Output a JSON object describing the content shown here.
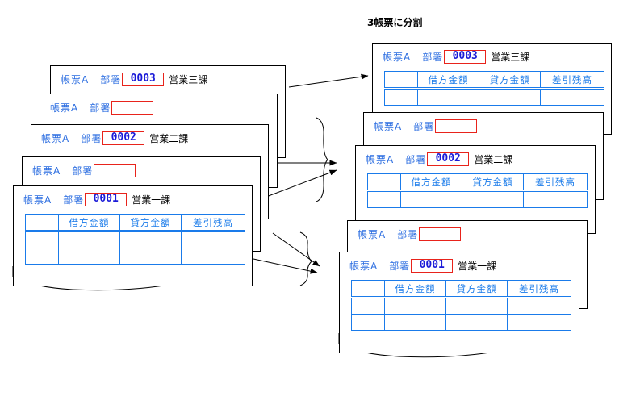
{
  "title": "3帳票に分割",
  "labels": {
    "form": "帳票A",
    "dept": "部署"
  },
  "table": {
    "columns": [
      "",
      "借方金額",
      "貸方金額",
      "差引残高"
    ],
    "empty_cell": ""
  },
  "colors": {
    "text_blue": "#2a6ce0",
    "table_blue": "#1a7bea",
    "number_blue": "#1b1bd8",
    "box_red": "#e8231b",
    "black": "#000000",
    "paper": "#ffffff"
  },
  "left_stack": {
    "cards": [
      {
        "code": "0003",
        "dept_name": "営業三課",
        "filled": true
      },
      {
        "code": "",
        "dept_name": "",
        "filled": false
      },
      {
        "code": "0002",
        "dept_name": "営業二課",
        "filled": true
      },
      {
        "code": "",
        "dept_name": "",
        "filled": false
      },
      {
        "code": "0001",
        "dept_name": "営業一課",
        "filled": true
      }
    ]
  },
  "right_stack": {
    "cards": [
      {
        "code": "0003",
        "dept_name": "営業三課",
        "filled": true,
        "rows": 1
      },
      {
        "code": "",
        "dept_name": "",
        "filled": false,
        "rows": 0
      },
      {
        "code": "0002",
        "dept_name": "営業二課",
        "filled": true,
        "rows": 1
      },
      {
        "code": "",
        "dept_name": "",
        "filled": false,
        "rows": 0
      },
      {
        "code": "0001",
        "dept_name": "営業一課",
        "filled": true,
        "rows": 2
      }
    ]
  },
  "arrows": {
    "count": 5,
    "description": "split-arrows"
  }
}
